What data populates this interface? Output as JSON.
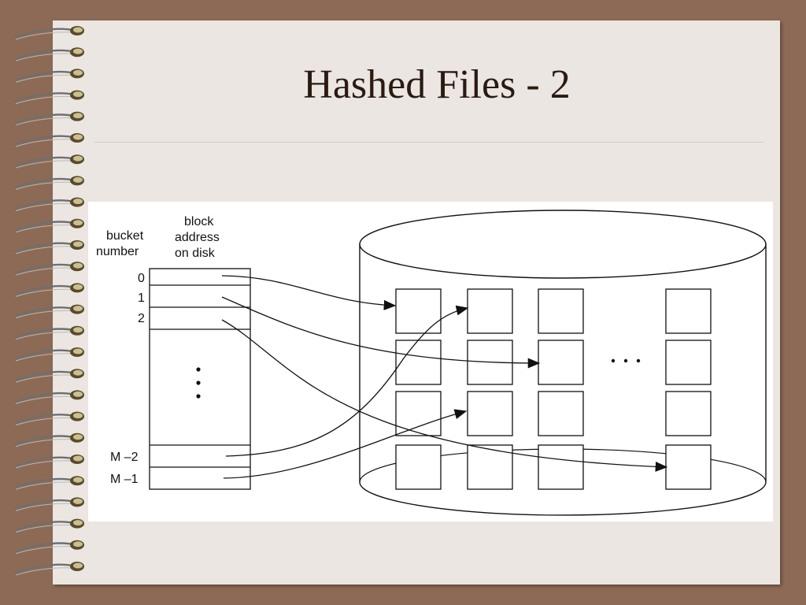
{
  "slide": {
    "title": "Hashed Files - 2"
  },
  "diagram": {
    "headers": {
      "bucket_number": [
        "bucket",
        "number"
      ],
      "block_address": [
        "block",
        "address",
        "on disk"
      ]
    },
    "bucket_labels": [
      "0",
      "1",
      "2",
      "M –2",
      "M –1"
    ],
    "table_dots": "•  •  •",
    "grid_ellipsis": "• • •",
    "colors": {
      "slide_border": "#8d6a55",
      "paper": "#ebe6e2",
      "title": "#2a1a10",
      "line": "#111111"
    }
  }
}
